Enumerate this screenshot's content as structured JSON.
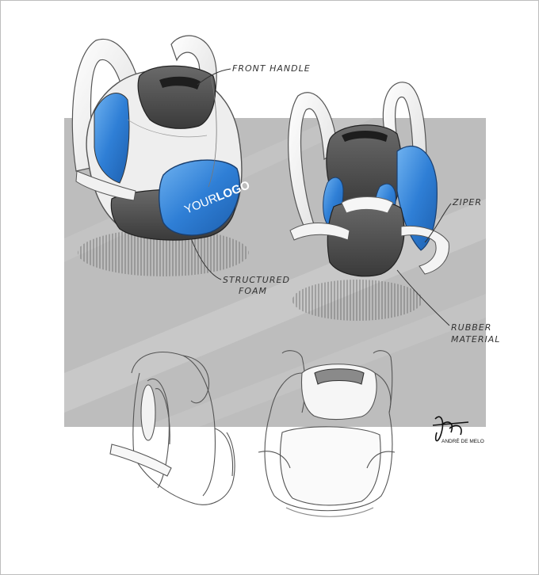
{
  "artwork": {
    "logo_text": {
      "part1": "YOUR",
      "part2": "LOGO"
    },
    "annotations": {
      "front_handle": "FRONT HANDLE",
      "zipper": "ZIPER",
      "structured_foam_line1": "STRUCTURED",
      "structured_foam_line2": "FOAM",
      "rubber_material_line1": "RUBBER",
      "rubber_material_line2": "MATERIAL"
    },
    "signature": {
      "name": "ANDRÉ DE MELO"
    }
  },
  "colors": {
    "background_panel": "#bdbdbd",
    "panel_highlight": "#d6d6d6",
    "accent_blue": "#2f7fd6",
    "accent_blue_dark": "#1d5fae",
    "body_grey": "#5a5a5a",
    "body_dark": "#3c3c3c",
    "strap_white": "#f4f4f4",
    "ink": "#333333"
  }
}
